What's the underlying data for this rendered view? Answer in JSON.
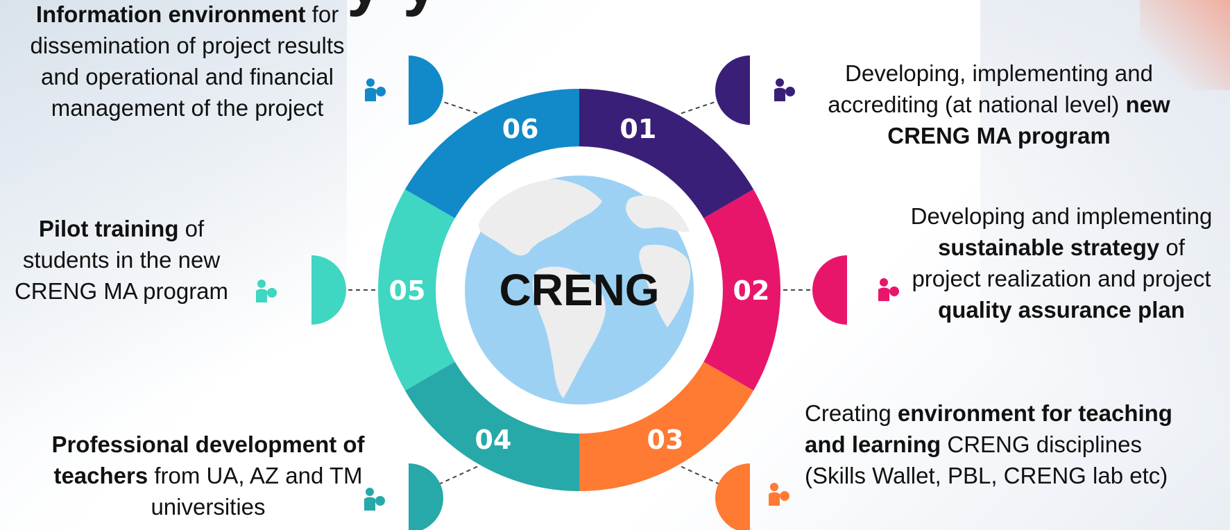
{
  "title_fragment": "y      y",
  "center_label": "CRENG",
  "segments": [
    {
      "number": "01",
      "color": "#3a1f78",
      "icon": "person-gear-icon"
    },
    {
      "number": "02",
      "color": "#e8166a",
      "icon": "person-chart-icon"
    },
    {
      "number": "03",
      "color": "#ff7a33",
      "icon": "person-check-icon"
    },
    {
      "number": "04",
      "color": "#26a9a8",
      "icon": "person-question-icon"
    },
    {
      "number": "05",
      "color": "#3fd6c2",
      "icon": "person-settings-icon"
    },
    {
      "number": "06",
      "color": "#1289c9",
      "icon": "person-idea-icon"
    }
  ],
  "items": {
    "item01": {
      "pre": "Developing, implementing and accrediting (at national level) ",
      "bold": "new CRENG MA program",
      "post": ""
    },
    "item02": {
      "pre": "Developing and implementing ",
      "bold": "sustainable strategy",
      "mid": " of project realization and project ",
      "bold2": "quality assurance plan"
    },
    "item03": {
      "pre": "Creating ",
      "bold": "environment for teaching and learning",
      "post": " CRENG disciplines (Skills Wallet, PBL, CRENG lab etc)"
    },
    "item04": {
      "bold": "Professional development of teachers",
      "post": " from UA, AZ and TM universities"
    },
    "item05": {
      "bold": "Pilot training",
      "post": " of students in the new CRENG MA program"
    },
    "item06": {
      "bold": "Information environment",
      "post": " for dissemination of project results and operational and financial management of the project"
    }
  }
}
